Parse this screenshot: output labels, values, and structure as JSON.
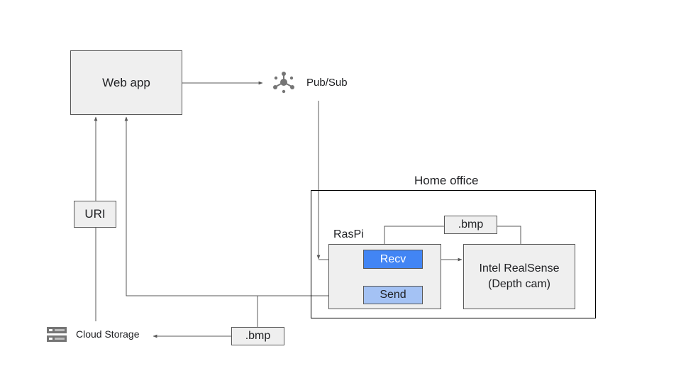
{
  "nodes": {
    "web_app": "Web app",
    "pubsub": "Pub/Sub",
    "uri": "URI",
    "cloud_storage": "Cloud Storage",
    "bmp_bottom": ".bmp",
    "home_office": "Home office",
    "raspi": "RasPi",
    "recv": "Recv",
    "send": "Send",
    "bmp_top": ".bmp",
    "realsense_line1": "Intel RealSense",
    "realsense_line2": "(Depth cam)"
  },
  "icons": {
    "pubsub": "pubsub-icon",
    "cloud_storage": "cloud-storage-icon"
  },
  "colors": {
    "box_fill": "#efefef",
    "recv_fill": "#4285f4",
    "send_fill": "#a4c2f4",
    "line": "#595959",
    "icon_gray": "#757575"
  }
}
